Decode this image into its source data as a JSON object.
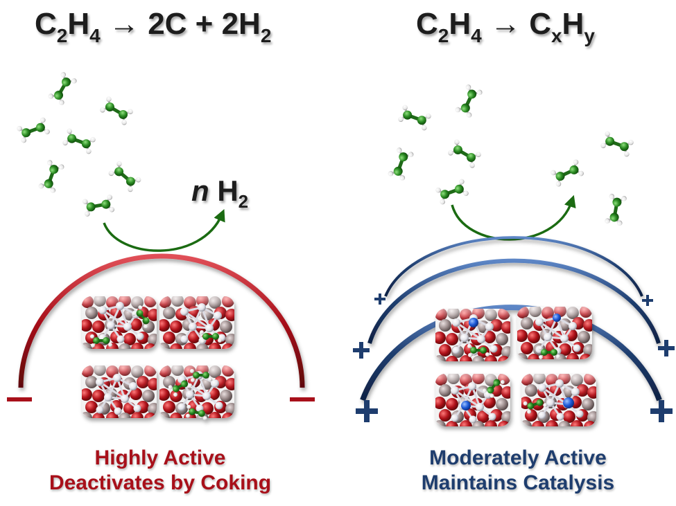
{
  "left": {
    "reaction": {
      "reactant": "C",
      "reactant_sub1": "2",
      "reactant_h": "H",
      "reactant_sub2": "4",
      "arrow": "→",
      "product": "2C + 2H",
      "product_sub": "2"
    },
    "product_label": {
      "n": "n",
      "h": "H",
      "sub": "2"
    },
    "caption_line1": "Highly Active",
    "caption_line2": "Deactivates by Coking",
    "charge_symbol": "—"
  },
  "right": {
    "reaction": {
      "reactant": "C",
      "reactant_sub1": "2",
      "reactant_h": "H",
      "reactant_sub2": "4",
      "arrow": "→",
      "product": "C",
      "product_sub1": "x",
      "product_h": "H",
      "product_sub2": "y"
    },
    "caption_line1": "Moderately Active",
    "caption_line2": "Maintains Catalysis",
    "charge_symbol": "+"
  },
  "colors": {
    "red": "#a8101a",
    "blue": "#1e3d6e",
    "green_arrow": "#1b6b12",
    "carbon": "#2a8a22",
    "hydrogen": "#f0f0f0",
    "oxygen": "#b3141c",
    "metal": "#9a8a8a",
    "pt": "#e8e8ee",
    "dopant": "#1e5ad8"
  }
}
